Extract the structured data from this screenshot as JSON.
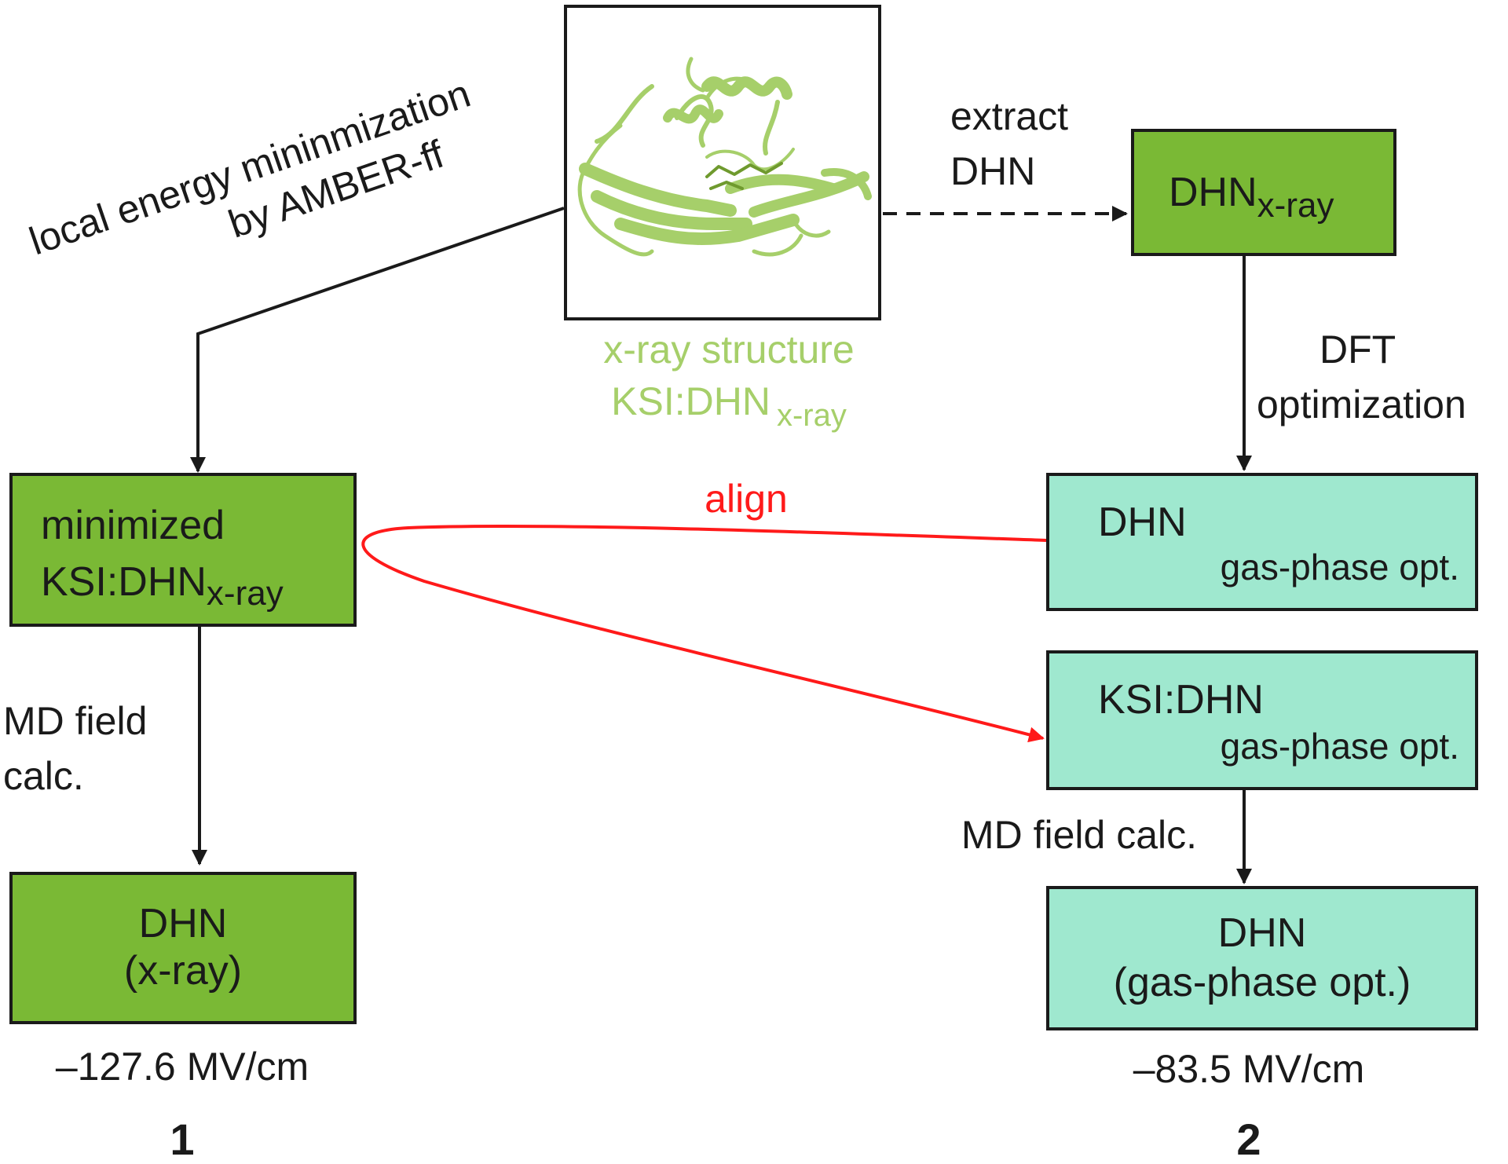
{
  "colors": {
    "dark_green": "#7ab935",
    "light_teal": "#9fe8cf",
    "protein_green": "#a6cf6a",
    "align_red": "#ff1a1a",
    "ink": "#1a1a1a"
  },
  "protein_image": {
    "icon": "protein-ribbon-structure",
    "caption_line1": "x-ray structure",
    "caption_line2_main": "KSI:DHN",
    "caption_line2_sub": "x-ray"
  },
  "left_path": {
    "edge_label_line1": "local energy mininmization",
    "edge_label_line2": "by AMBER-ff",
    "minimized_box": {
      "line1": "minimized",
      "line2_main": "KSI:DHN",
      "line2_sub": "x-ray"
    },
    "md_label_line1": "MD field",
    "md_label_line2": "calc.",
    "result_box": {
      "line1": "DHN",
      "line2": "(x-ray)"
    },
    "field_value": "–127.6 MV/cm",
    "number": "1"
  },
  "right_path": {
    "extract_label_line1": "extract",
    "extract_label_line2": "DHN",
    "dhn_xray_box": {
      "main": "DHN",
      "sub": "x-ray"
    },
    "dft_label_line1": "DFT",
    "dft_label_line2": "optimization",
    "dhn_gas_box": {
      "line1": "DHN",
      "line2": "gas-phase opt."
    },
    "ksi_gas_box": {
      "line1": "KSI:DHN",
      "line2": "gas-phase opt."
    },
    "md_label": "MD field calc.",
    "result_box": {
      "line1": "DHN",
      "line2": "(gas-phase opt.)"
    },
    "field_value": "–83.5 MV/cm",
    "number": "2"
  },
  "align_label": "align"
}
